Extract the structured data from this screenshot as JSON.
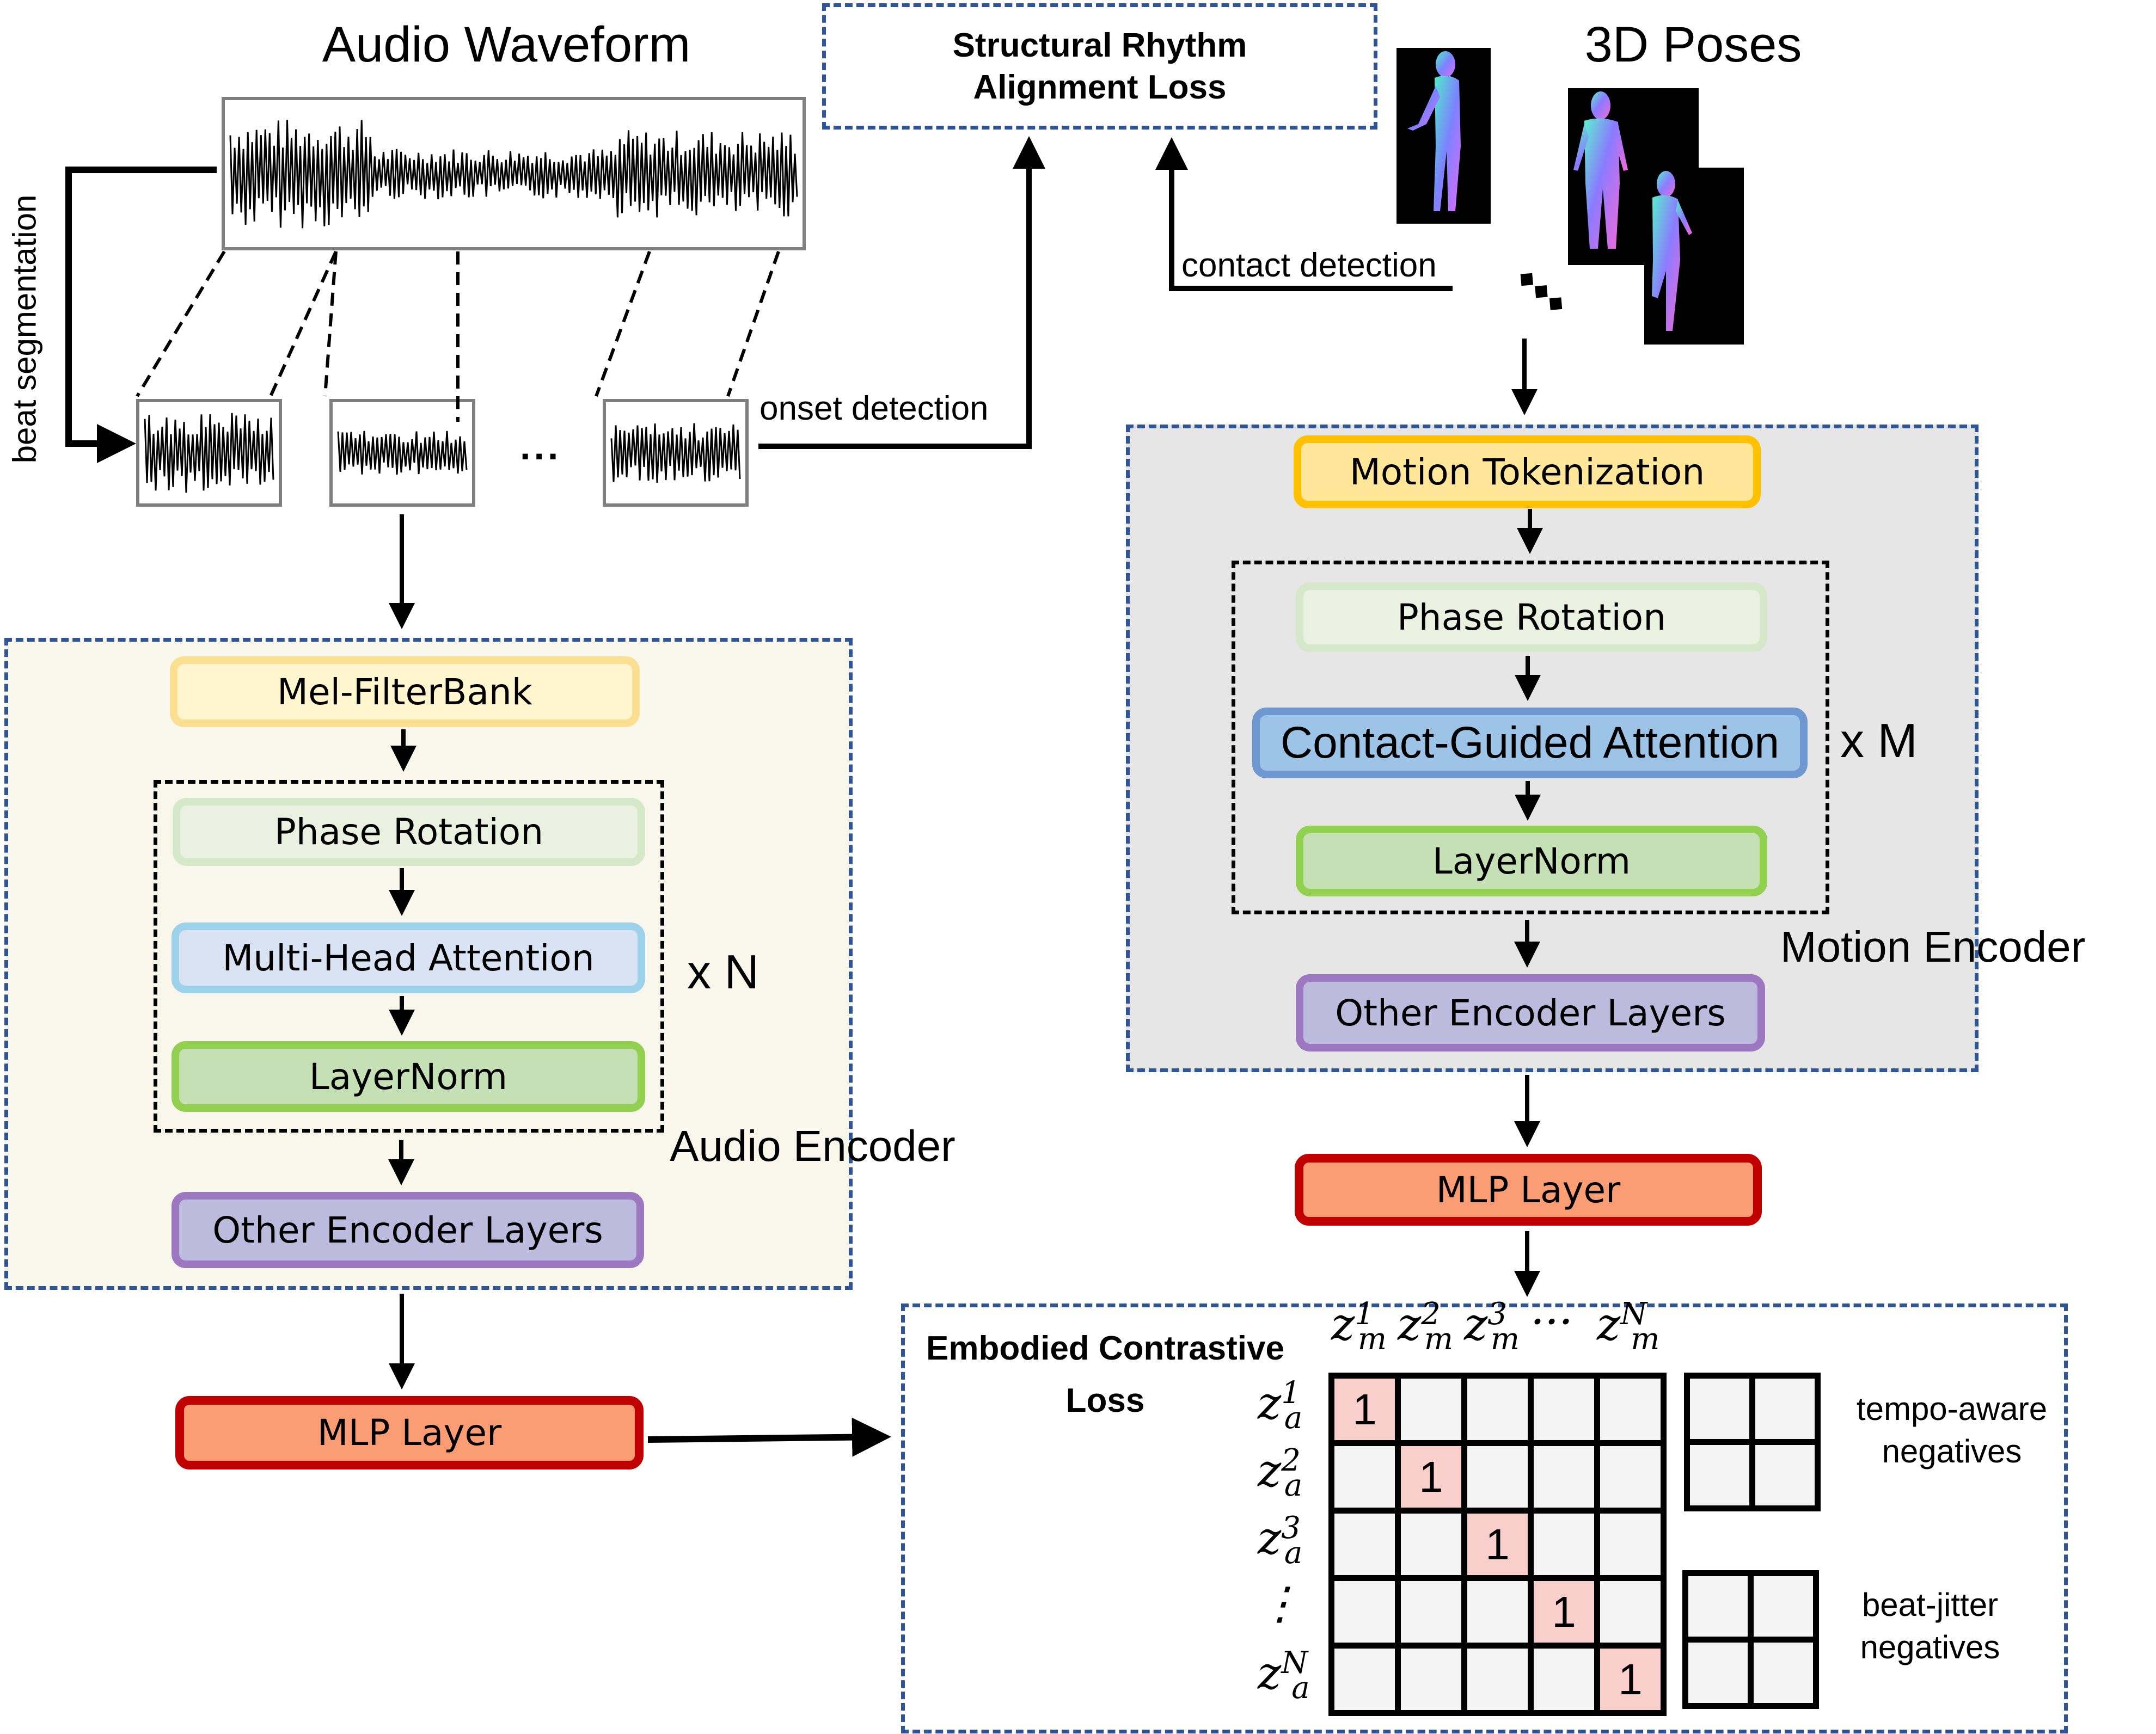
{
  "titles": {
    "audio_waveform": "Audio Waveform",
    "poses": "3D Poses"
  },
  "losses": {
    "structural": "Structural Rhythm Alignment Loss",
    "embodied": "Embodied Contrastive Loss"
  },
  "annotations": {
    "beat_segmentation": "beat segmentation",
    "onset_detection": "onset detection",
    "contact_detection": "contact detection",
    "ellipsis": "..."
  },
  "audio_encoder": {
    "label": "Audio Encoder",
    "repeat": "x N",
    "blocks": {
      "mel": "Mel-FilterBank",
      "phase": "Phase Rotation",
      "attention": "Multi-Head Attention",
      "norm": "LayerNorm",
      "other": "Other Encoder Layers"
    },
    "mlp": "MLP Layer"
  },
  "motion_encoder": {
    "label": "Motion Encoder",
    "repeat": "x M",
    "blocks": {
      "tokenization": "Motion Tokenization",
      "phase": "Phase Rotation",
      "attention": "Contact-Guided Attention",
      "norm": "LayerNorm",
      "other": "Other Encoder Layers"
    },
    "mlp": "MLP Layer"
  },
  "matrix": {
    "col_headers": [
      {
        "base": "z",
        "sup": "1",
        "sub": "m"
      },
      {
        "base": "z",
        "sup": "2",
        "sub": "m"
      },
      {
        "base": "z",
        "sup": "3",
        "sub": "m"
      },
      {
        "base": "···",
        "sup": "",
        "sub": ""
      },
      {
        "base": "z",
        "sup": "N",
        "sub": "m"
      }
    ],
    "row_headers": [
      {
        "base": "z",
        "sup": "1",
        "sub": "a"
      },
      {
        "base": "z",
        "sup": "2",
        "sub": "a"
      },
      {
        "base": "z",
        "sup": "3",
        "sub": "a"
      },
      {
        "base": "⋮",
        "sup": "",
        "sub": ""
      },
      {
        "base": "z",
        "sup": "N",
        "sub": "a"
      }
    ],
    "diagonal_value": "1",
    "size": 5
  },
  "negatives": {
    "tempo": "tempo-aware negatives",
    "tempo_line1": "tempo-aware",
    "tempo_line2": "negatives",
    "beat": "beat-jitter negatives",
    "beat_line1": "beat-jitter",
    "beat_line2": "negatives"
  },
  "colors": {
    "dashed_frame": "#2f5597",
    "audio_bg": "#f9f7ec",
    "motion_bg": "#e6e6e6",
    "mel_fill": "#fff6d0",
    "mel_border": "#fadf90",
    "phase_fill": "#ebf1e1",
    "phase_border": "#d5e8c9",
    "mha_fill": "#dae3f3",
    "mha_border": "#9dd3ea",
    "cga_fill": "#9dc3e6",
    "cga_border": "#6f98d1",
    "norm_fill": "#c5e0b4",
    "norm_border": "#92d050",
    "other_fill": "#bcbadd",
    "other_border": "#9b78bf",
    "token_fill": "#ffe699",
    "token_border": "#ffc000",
    "mlp_fill": "#fa9d75",
    "mlp_border": "#c00000",
    "diag_fill": "#f8cfcb"
  }
}
